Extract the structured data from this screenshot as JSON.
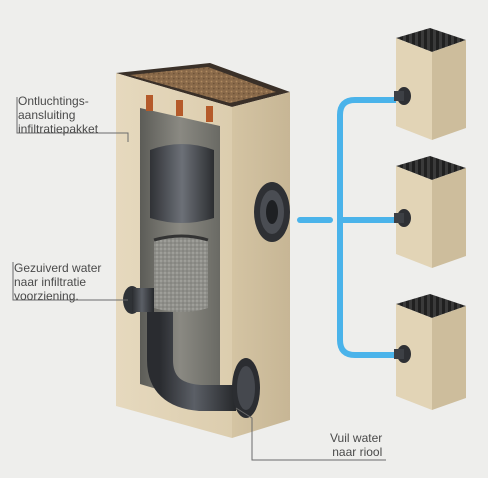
{
  "labels": {
    "ventilation": [
      "Ontluchtings-",
      "aansluiting",
      "infiltratiepakket"
    ],
    "clean_water": [
      "Gezuiverd water",
      "naar infiltratie",
      "voorziening."
    ],
    "dirty_water": [
      "Vuil water",
      "naar riool"
    ]
  },
  "colors": {
    "background": "#eeeeec",
    "concrete": "#e3d5b8",
    "concrete_shade": "#cfbf9f",
    "interior": "#7d7c74",
    "pipe": "#3a3d42",
    "grate": "#2b2b2b",
    "filter_media": "#8a5a35",
    "water_line": "#4ab3ea",
    "leader_line": "#6b6b6b"
  },
  "icons": [
    "gully-drain-top",
    "gully-drain-middle",
    "gully-drain-bottom",
    "separator-tank-cutaway"
  ]
}
